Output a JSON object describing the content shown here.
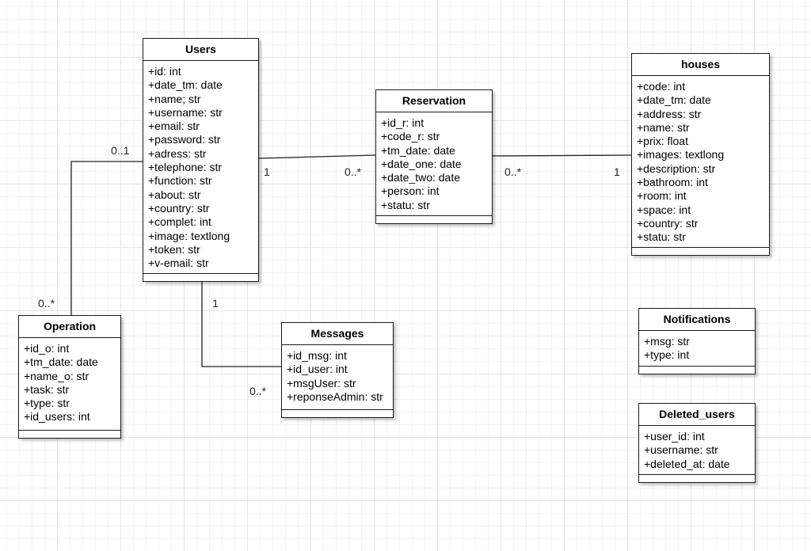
{
  "classes": {
    "users": {
      "title": "Users",
      "attributes": [
        "+id: int",
        "+date_tm: date",
        "+name; str",
        "+username: str",
        "+email: str",
        "+password: str",
        "+adress: str",
        "+telephone: str",
        "+function: str",
        "+about: str",
        "+country: str",
        "+complet: int",
        "+image: textlong",
        "+token: str",
        "+v-email: str"
      ]
    },
    "reservation": {
      "title": "Reservation",
      "attributes": [
        "+id_r: int",
        "+code_r: str",
        "+tm_date: date",
        "+date_one: date",
        "+date_two: date",
        "+person: int",
        "+statu: str"
      ]
    },
    "houses": {
      "title": "houses",
      "attributes": [
        "+code: int",
        "+date_tm: date",
        "+address: str",
        "+name: str",
        "+prix: float",
        "+images: textlong",
        "+description: str",
        "+bathroom: int",
        "+room: int",
        "+space: int",
        "+country: str",
        "+statu: str"
      ]
    },
    "operation": {
      "title": "Operation",
      "attributes": [
        "+id_o: int",
        "+tm_date: date",
        "+name_o: str",
        "+task: str",
        "+type: str",
        "+id_users: int"
      ]
    },
    "messages": {
      "title": "Messages",
      "attributes": [
        "+id_msg: int",
        "+id_user: int",
        "+msgUser: str",
        "+reponseAdmin: str"
      ]
    },
    "notifications": {
      "title": "Notifications",
      "attributes": [
        "+msg: str",
        "+type: int"
      ]
    },
    "deleted_users": {
      "title": "Deleted_users",
      "attributes": [
        "+user_id: int",
        "+username: str",
        "+deleted_at: date"
      ]
    }
  },
  "multiplicities": {
    "users_operation_users_end": "0..1",
    "users_operation_operation_end": "0..*",
    "users_reservation_users_end": "1",
    "users_reservation_reservation_end": "0..*",
    "reservation_houses_reservation_end": "0..*",
    "reservation_houses_houses_end": "1",
    "users_messages_users_end": "1",
    "users_messages_messages_end": "0..*"
  }
}
